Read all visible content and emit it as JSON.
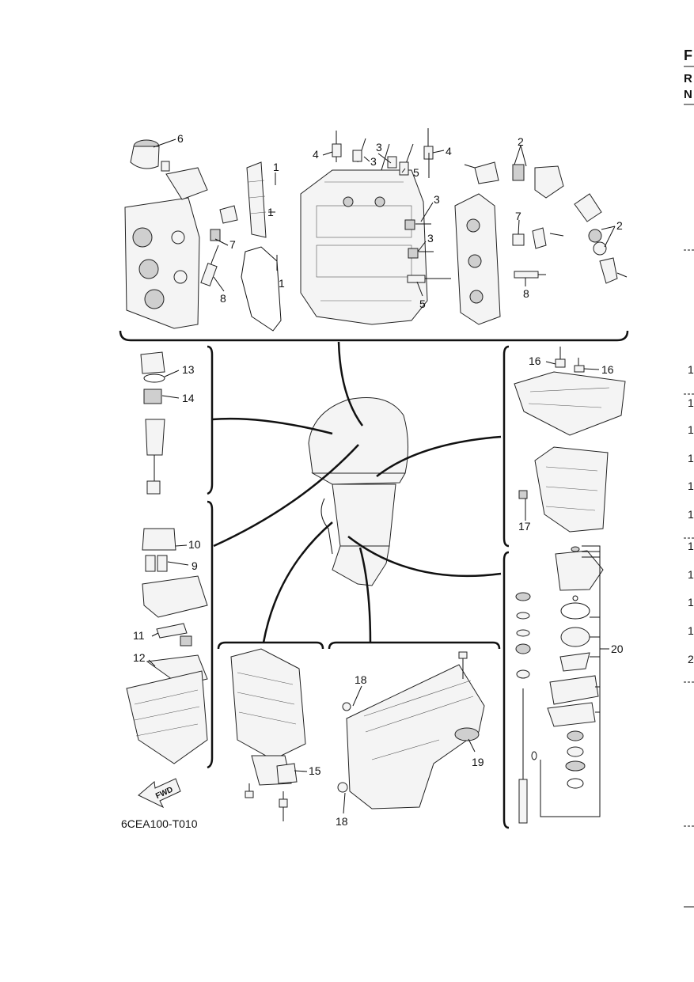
{
  "header": {
    "letter_top": "F",
    "letter_r": "R",
    "letter_n": "N"
  },
  "diagram": {
    "code": "6CEA100-T010",
    "fwd_label": "FWD",
    "callouts": {
      "c1a": "1",
      "c1b": "1",
      "c1c": "1",
      "c2a": "2",
      "c2b": "2",
      "c3a": "3",
      "c3b": "3",
      "c3c": "3",
      "c3d": "3",
      "c4a": "4",
      "c4b": "4",
      "c5a": "5",
      "c5b": "5",
      "c6": "6",
      "c7a": "7",
      "c7b": "7",
      "c8a": "8",
      "c8b": "8",
      "c9": "9",
      "c10": "10",
      "c11": "11",
      "c12": "12",
      "c13": "13",
      "c14": "14",
      "c15": "15",
      "c16a": "16",
      "c16b": "16",
      "c17": "17",
      "c18a": "18",
      "c18b": "18",
      "c19": "19",
      "c20": "20"
    }
  },
  "right_edge": {
    "items": [
      "1",
      "1",
      "1",
      "1",
      "1",
      "1",
      "1",
      "1",
      "1",
      "1",
      "2"
    ]
  }
}
